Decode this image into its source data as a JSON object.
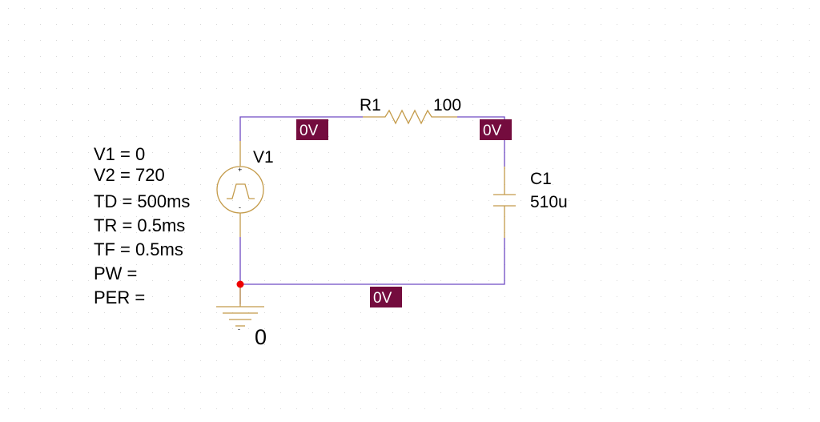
{
  "colors": {
    "wire": "#6f4bc4",
    "component": "#c49b4a",
    "marker_bg": "#740c3e",
    "marker_text": "#ffffff",
    "node_dot": "#ee0000",
    "grid_dot": "#d9d9d9"
  },
  "source": {
    "ref": "V1",
    "plus_sign": "+",
    "minus_sign": "-",
    "params": [
      "V1 = 0",
      "V2 = 720",
      "TD = 500ms",
      "TR = 0.5ms",
      "TF = 0.5ms",
      "PW =",
      "PER ="
    ]
  },
  "resistor": {
    "ref": "R1",
    "value": "100"
  },
  "capacitor": {
    "ref": "C1",
    "value": "510u"
  },
  "ground": {
    "label": "0",
    "minus_sign": "-"
  },
  "voltage_markers": {
    "top_left": "0V",
    "top_right": "0V",
    "bottom": "0V"
  }
}
